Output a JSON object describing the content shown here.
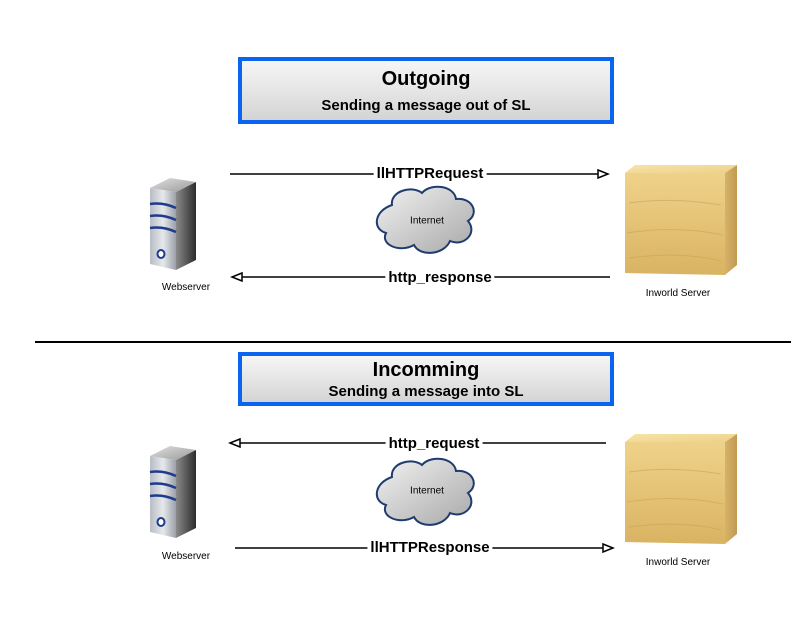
{
  "sections": [
    {
      "title": "Outgoing",
      "subtitle": "Sending a message out of SL",
      "top_arrow": {
        "label": "llHTTPRequest",
        "direction": "right"
      },
      "bottom_arrow": {
        "label": "http_response",
        "direction": "left"
      },
      "cloud_label": "Internet",
      "left_node": {
        "label": "Webserver",
        "icon": "server-tower-icon"
      },
      "right_node": {
        "label": "Inworld Server",
        "icon": "wooden-cube-icon"
      }
    },
    {
      "title": "Incomming",
      "subtitle": "Sending a message into SL",
      "top_arrow": {
        "label": "http_request",
        "direction": "left"
      },
      "bottom_arrow": {
        "label": "llHTTPResponse",
        "direction": "right"
      },
      "cloud_label": "Internet",
      "left_node": {
        "label": "Webserver",
        "icon": "server-tower-icon"
      },
      "right_node": {
        "label": "Inworld Server",
        "icon": "wooden-cube-icon"
      }
    }
  ],
  "colors": {
    "title_border": "#0a64f0",
    "server_stripe": "#1e3c8c",
    "cloud_outline": "#1e3c6e",
    "cube": "#e8c672"
  }
}
